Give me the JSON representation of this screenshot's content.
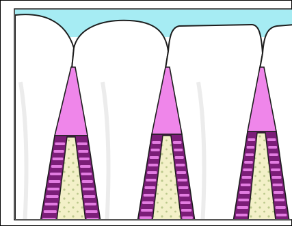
{
  "colors": {
    "page_background": "#ffffff",
    "frame_border": "#000000",
    "sky": "#a6ecf3",
    "tooth_enamel": "#ffffff",
    "tooth_shade": "#ececec",
    "gingival_papilla": "#ef86ea",
    "periodontal_ligament": "#7b1d78",
    "ligament_light_band": "#e27ce1",
    "alveolar_bone": "#f3f0c8",
    "bone_dots": "#bcc98d",
    "outline": "#1d1d1d"
  },
  "structures": {
    "teeth": [
      "tooth-left",
      "tooth-center",
      "tooth-right",
      "tooth-far-right"
    ],
    "interdental_sites": 3
  }
}
